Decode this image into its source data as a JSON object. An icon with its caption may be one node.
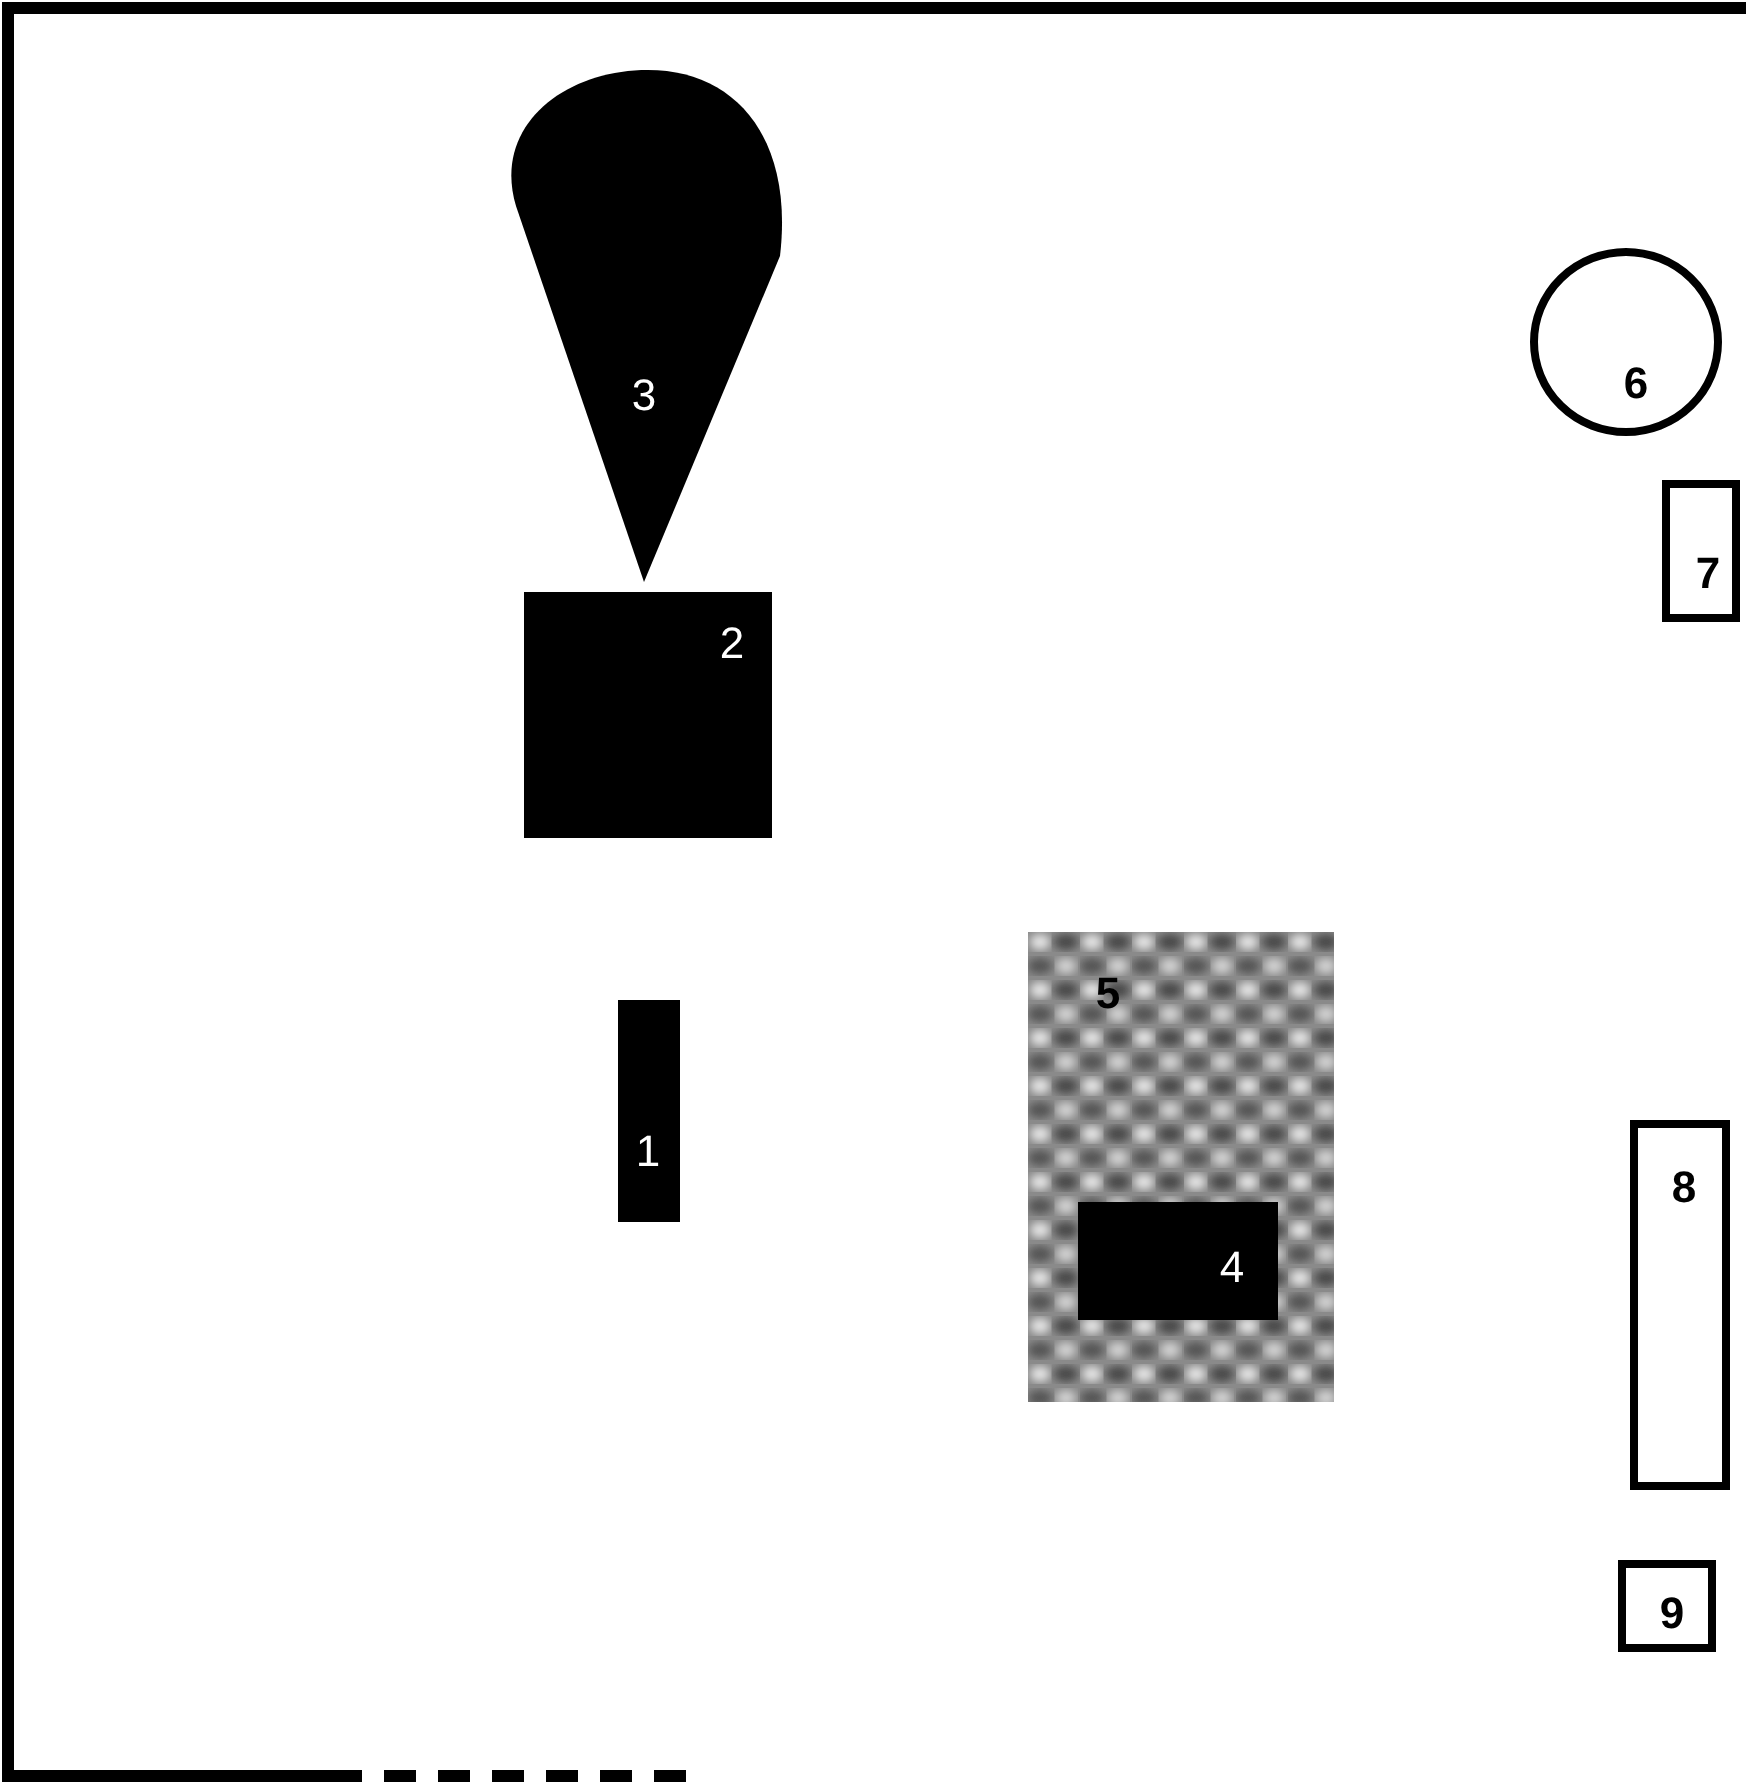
{
  "diagram": {
    "nodes": [
      {
        "text": [
          "3"
        ]
      },
      {
        "text": [
          "6"
        ]
      },
      {
        "text": [
          "7"
        ]
      },
      {
        "text": [
          "2"
        ]
      },
      {
        "text": [
          "5"
        ]
      },
      {
        "text": [
          "4"
        ],
        "in": 4
      },
      {
        "text": [
          "1"
        ]
      },
      {
        "text": [
          "8"
        ]
      },
      {
        "text": [
          "9"
        ]
      }
    ]
  }
}
